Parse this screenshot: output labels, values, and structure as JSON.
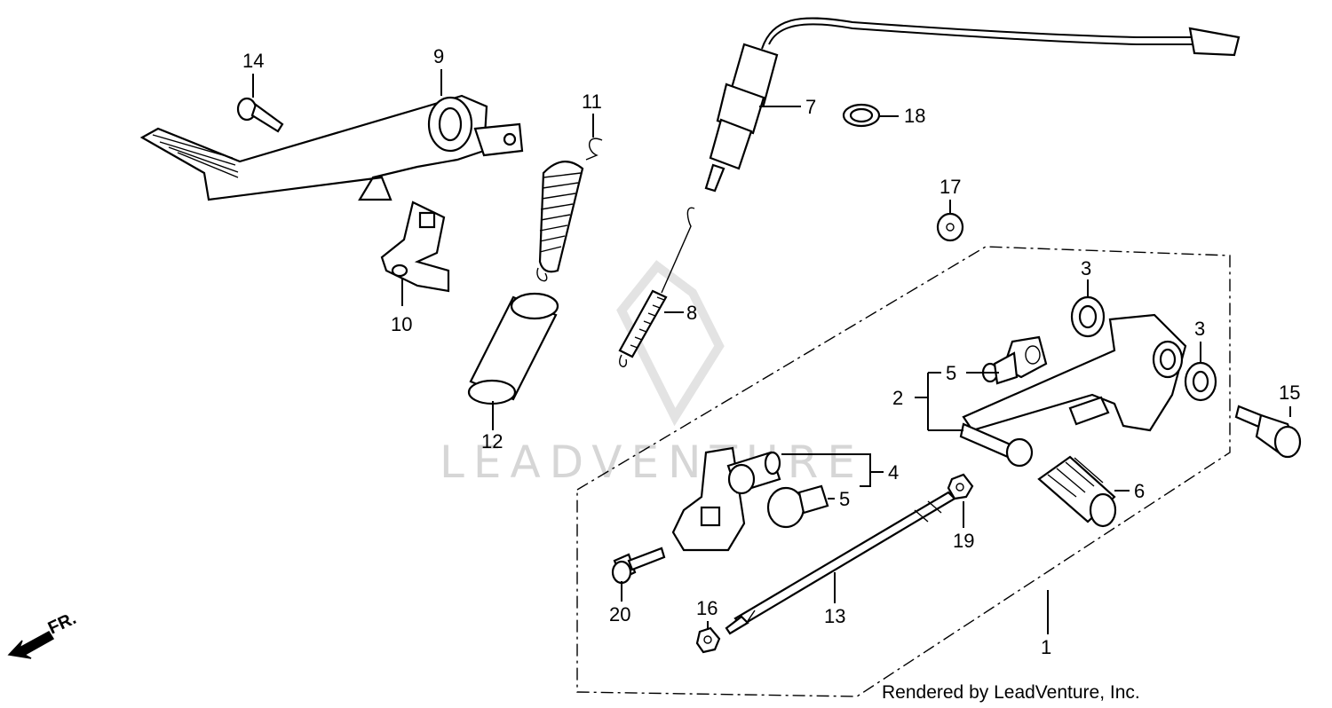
{
  "diagram": {
    "callouts": [
      "14",
      "9",
      "11",
      "7",
      "18",
      "17",
      "10",
      "12",
      "8",
      "3",
      "3",
      "5",
      "2",
      "15",
      "4",
      "5",
      "6",
      "19",
      "13",
      "16",
      "20",
      "1"
    ],
    "watermark": "LEADVENTURE",
    "direction_label": "FR.",
    "credit": "Rendered by LeadVenture, Inc."
  }
}
